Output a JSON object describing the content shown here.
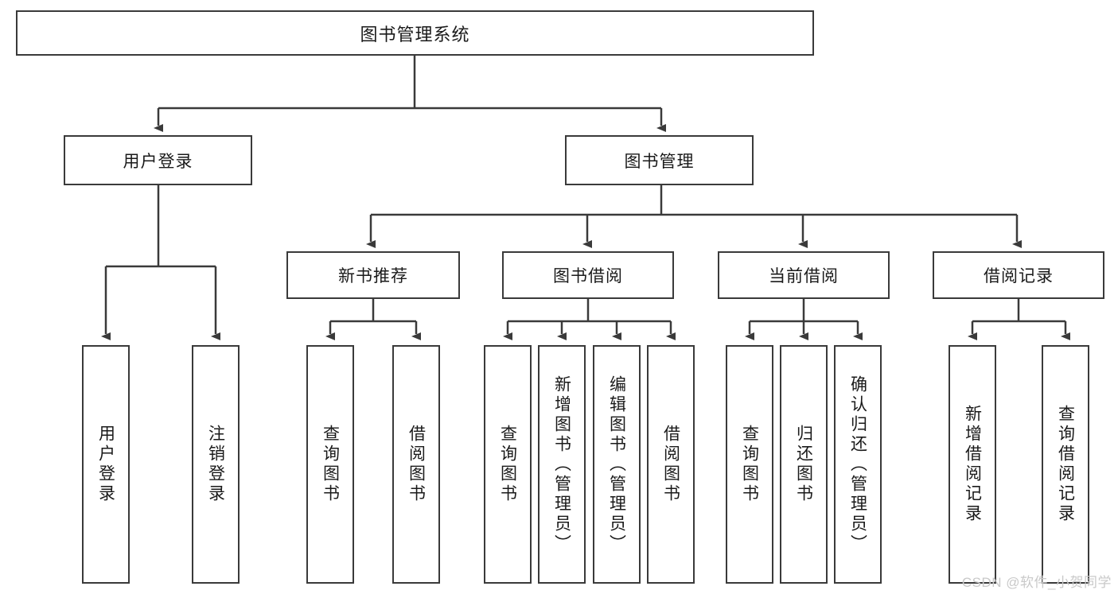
{
  "diagram": {
    "title": "图书管理系统",
    "type": "tree-hierarchy",
    "root": {
      "label": "图书管理系统"
    },
    "level2": [
      {
        "label": "用户登录"
      },
      {
        "label": "图书管理"
      }
    ],
    "level3": [
      {
        "label": "新书推荐"
      },
      {
        "label": "图书借阅"
      },
      {
        "label": "当前借阅"
      },
      {
        "label": "借阅记录"
      }
    ],
    "leaves": {
      "user_login": [
        {
          "label": "用户登录"
        },
        {
          "label": "注销登录"
        }
      ],
      "new_book_recommend": [
        {
          "label": "查询图书"
        },
        {
          "label": "借阅图书"
        }
      ],
      "book_borrow": [
        {
          "label": "查询图书"
        },
        {
          "label": "新增图书（管理员）"
        },
        {
          "label": "编辑图书（管理员）"
        },
        {
          "label": "借阅图书"
        }
      ],
      "current_borrow": [
        {
          "label": "查询图书"
        },
        {
          "label": "归还图书"
        },
        {
          "label": "确认归还（管理员）"
        }
      ],
      "borrow_record": [
        {
          "label": "新增借阅记录"
        },
        {
          "label": "查询借阅记录"
        }
      ]
    }
  },
  "watermark": {
    "text": "CSDN @软件_小贺同学"
  },
  "colors": {
    "stroke": "#3a3a3a",
    "text": "#1a1a1a",
    "background": "#ffffff",
    "watermark": "#c9c9c9"
  }
}
